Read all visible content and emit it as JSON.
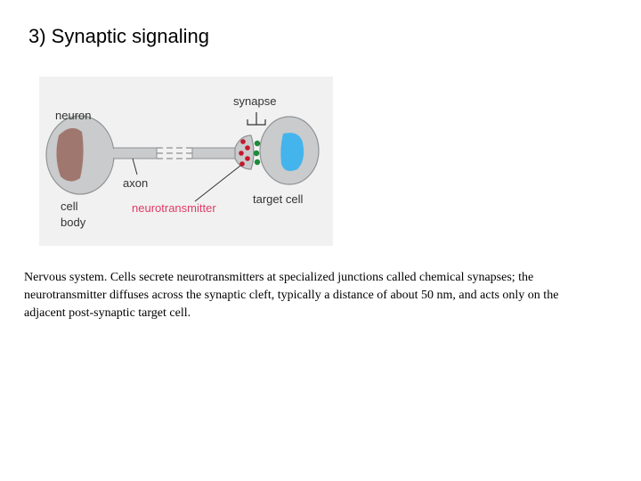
{
  "slide": {
    "title": "3) Synaptic signaling"
  },
  "diagram": {
    "labels": {
      "neuron": "neuron",
      "synapse": "synapse",
      "axon": "axon",
      "cell": "cell",
      "body": "body",
      "neurotransmitter": "neurotransmitter",
      "target_cell": "target cell"
    },
    "colors": {
      "cell_fill": "#c9cbcc",
      "cell_stroke": "#8f9194",
      "nucleus_neuron": "#a0776f",
      "nucleus_target": "#44b4ec",
      "vesicle": "#c4182b",
      "receptor": "#1e8a3a",
      "neurotransmitter_label": "#e03b66",
      "background_tint": "#f1f1f1"
    }
  },
  "caption": {
    "text": "Nervous system.  Cells secrete neurotransmitters at specialized junctions called chemical synapses; the neurotransmitter diffuses across the synaptic cleft, typically a distance of about 50 nm, and acts only on the adjacent post-synaptic target cell."
  }
}
